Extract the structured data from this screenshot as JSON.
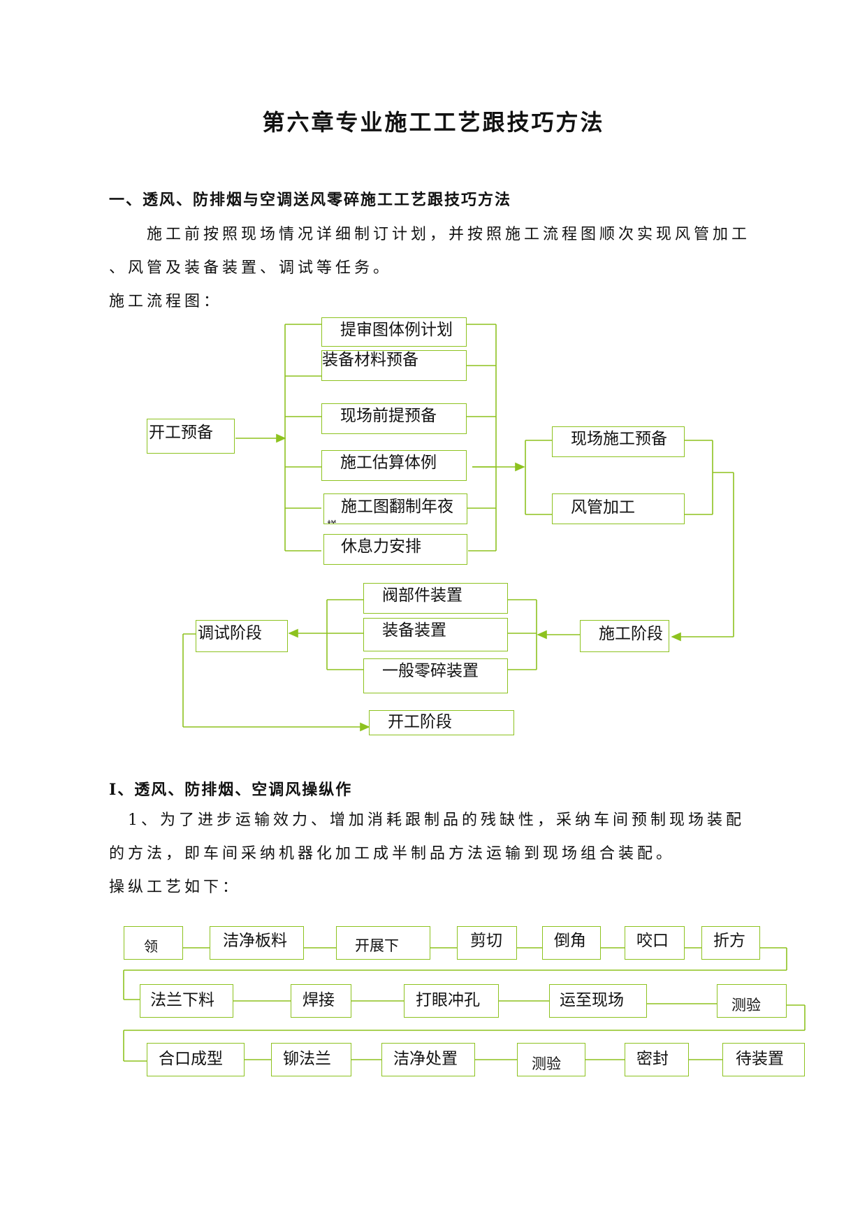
{
  "doc": {
    "title": "第六章专业施工工艺跟技巧方法",
    "section1_heading": "一、透风、防排烟与空调送风零碎施工工艺跟技巧方法",
    "section1_para_line1": "施工前按照现场情况详细制订计划，并按照施工流程图顺次实现风管加工",
    "section1_para_line2": "、风管及装备装置、调试等任务。",
    "flow_label": "施工流程图：",
    "section2_heading": "Ⅰ、透风、防排烟、空调风操纵作",
    "section2_para_line1": "1、为了进步运输效力、增加消耗跟制品的残缺性，采纳车间预制现场装配",
    "section2_para_line2": "的方法，即车间采纳机器化加工成半制品方法运输到现场组合装配。",
    "process_label": "操纵工艺如下："
  },
  "flowchart1": {
    "start": "开工预备",
    "prep_items": [
      "提审图体例计划",
      "装备材料预备",
      "现场前提预备",
      "施工估算体例",
      "施工图翻制年夜",
      "休息力安排"
    ],
    "prep_item5_overflow": "样",
    "site_items": [
      "现场施工预备",
      "风管加工"
    ],
    "construction": "施工阶段",
    "install_items": [
      "阀部件装置",
      "装备装置",
      "一般零碎装置"
    ],
    "commissioning": "调试阶段",
    "completion": "开工阶段"
  },
  "flowchart2": {
    "row1": [
      "领",
      "洁净板料",
      "开展下",
      "剪切",
      "倒角",
      "咬口",
      "折方"
    ],
    "row2": [
      "法兰下料",
      "焊接",
      "打眼冲孔",
      "运至现场",
      "测验"
    ],
    "row3": [
      "合口成型",
      "铆法兰",
      "洁净处置",
      "测验",
      "密封",
      "待装置"
    ]
  },
  "colors": {
    "line": "#8dc21f",
    "text": "#111111"
  }
}
